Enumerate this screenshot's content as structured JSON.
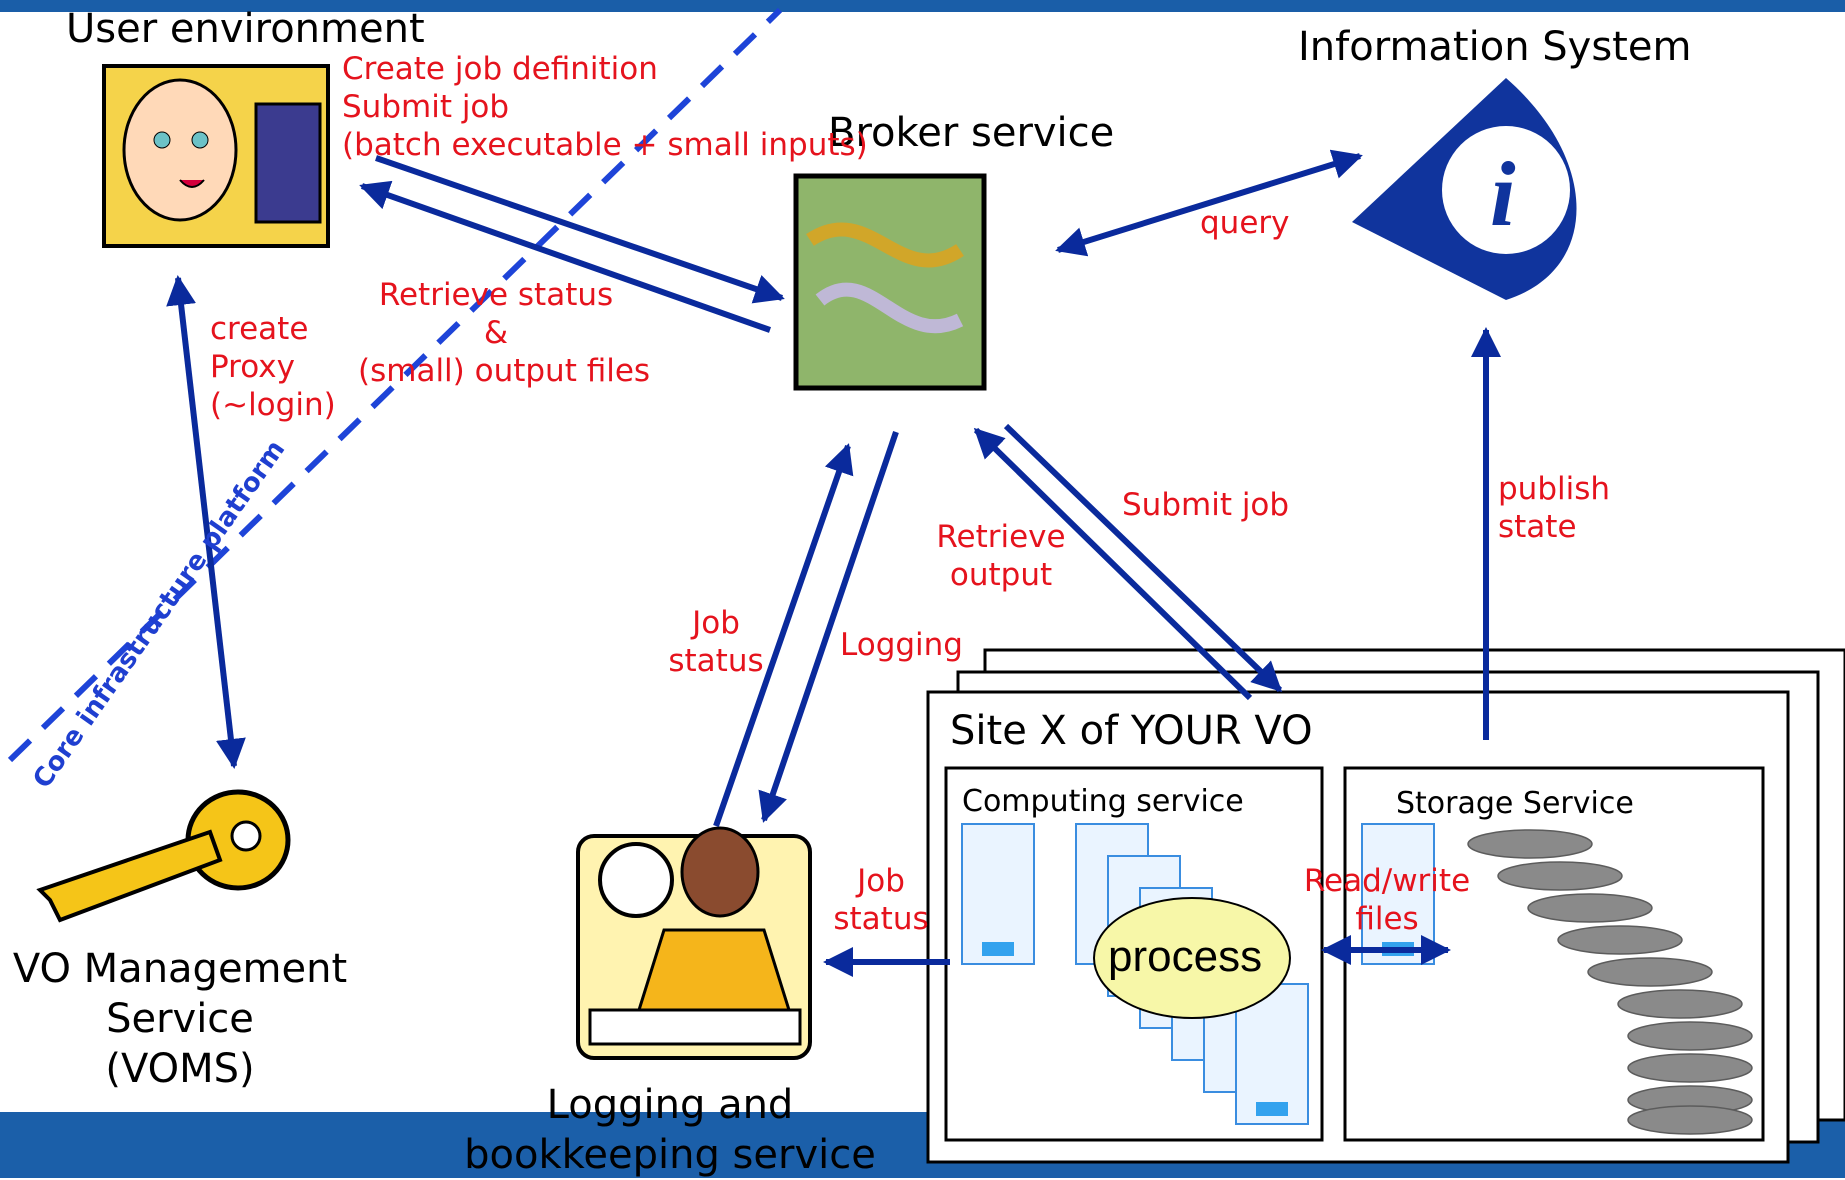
{
  "user_environment": {
    "title": "User environment",
    "actions": [
      "Create job definition",
      "Submit job",
      "(batch executable + small inputs)"
    ]
  },
  "broker": {
    "title": "Broker service"
  },
  "information_system": {
    "title": "Information System"
  },
  "vo_management": {
    "lines": [
      "VO Management",
      "Service",
      "(VOMS)"
    ]
  },
  "logging_service": {
    "lines": [
      "Logging and",
      "bookkeeping service"
    ]
  },
  "site": {
    "title": "Site X of YOUR VO",
    "computing": "Computing service",
    "storage": "Storage Service",
    "process": "process"
  },
  "core_platform_label": "Core infrastructure platform",
  "labels": {
    "retrieve_status": [
      "Retrieve status",
      "&",
      "(small) output files"
    ],
    "create_proxy": [
      "create",
      "Proxy",
      "(~login)"
    ],
    "query": "query",
    "publish_state": [
      "publish",
      "state"
    ],
    "submit_job": "Submit job",
    "retrieve_output": [
      "Retrieve",
      "output"
    ],
    "job_status_left": [
      "Job",
      "status"
    ],
    "logging": "Logging",
    "job_status_bottom": [
      "Job",
      "status"
    ],
    "read_write": [
      "Read/write",
      "files"
    ]
  },
  "colors": {
    "arrow": "#0a2a9c",
    "label_red": "#e5131d",
    "bar_blue": "#1b5fa9",
    "dashed_blue": "#1e44d8",
    "process_fill": "#f7f7a8"
  }
}
